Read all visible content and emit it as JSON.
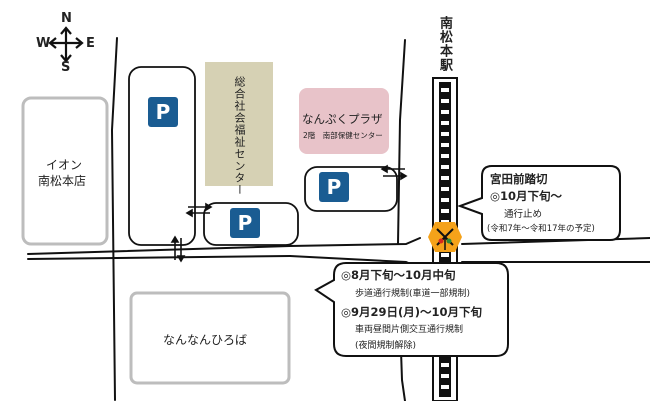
{
  "compass": {
    "north": "N",
    "south": "S",
    "east": "E",
    "west": "W"
  },
  "station": {
    "name": "南松本駅"
  },
  "stores": {
    "aeon": {
      "line1": "イオン",
      "line2": "南松本店"
    },
    "plaza": {
      "name": "なんぷくプラザ",
      "sub": "2階　南部保健センター"
    },
    "welfare_center": {
      "name": "総合社会福祉センター"
    },
    "hiroba": {
      "name": "なんなんひろば"
    }
  },
  "parking": {
    "label": "P"
  },
  "crossing": {
    "title": "宮田前踏切",
    "date": "◎10月下旬～",
    "detail1": "通行止め",
    "detail2": "(令和7年～令和17年の予定)"
  },
  "road_notice": {
    "item1_title": "◎8月下旬～10月中旬",
    "item1_detail": "歩道通行規制(車道一部規制)",
    "item2_title": "◎9月29日(月)～10月下旬",
    "item2_detail1": "車両昼間片側交互通行規制",
    "item2_detail2": "(夜間規制解除)"
  },
  "colors": {
    "parking_blue": "#1a5c92",
    "welfare_beige": "#d6d1b4",
    "plaza_pink": "#e8c3c9",
    "building_gray": "#bdbdbd",
    "crossing_orange": "#f5a21a"
  },
  "icons": [
    "compass-rose-icon",
    "parking-icon",
    "railroad-crossing-icon",
    "two-way-arrow-icon"
  ]
}
